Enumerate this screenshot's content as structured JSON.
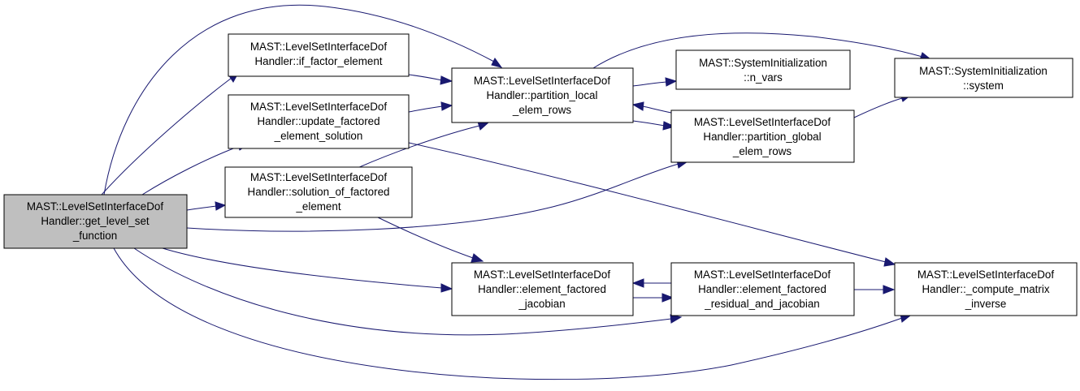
{
  "diagram": {
    "edge_color": "#191970",
    "focus_fill": "#bfbfbf",
    "node_fill": "#ffffff",
    "nodes": [
      {
        "id": "get_level_set_function",
        "lines": [
          "MAST::LevelSetInterfaceDof",
          "Handler::get_level_set",
          "_function"
        ],
        "focus": true
      },
      {
        "id": "if_factor_element",
        "lines": [
          "MAST::LevelSetInterfaceDof",
          "Handler::if_factor_element"
        ]
      },
      {
        "id": "update_factored_element_solution",
        "lines": [
          "MAST::LevelSetInterfaceDof",
          "Handler::update_factored",
          "_element_solution"
        ]
      },
      {
        "id": "solution_of_factored_element",
        "lines": [
          "MAST::LevelSetInterfaceDof",
          "Handler::solution_of_factored",
          "_element"
        ]
      },
      {
        "id": "partition_local_elem_rows",
        "lines": [
          "MAST::LevelSetInterfaceDof",
          "Handler::partition_local",
          "_elem_rows"
        ]
      },
      {
        "id": "element_factored_jacobian",
        "lines": [
          "MAST::LevelSetInterfaceDof",
          "Handler::element_factored",
          "_jacobian"
        ]
      },
      {
        "id": "n_vars",
        "lines": [
          "MAST::SystemInitialization",
          "::n_vars"
        ]
      },
      {
        "id": "partition_global_elem_rows",
        "lines": [
          "MAST::LevelSetInterfaceDof",
          "Handler::partition_global",
          "_elem_rows"
        ]
      },
      {
        "id": "element_factored_residual_and_jacobian",
        "lines": [
          "MAST::LevelSetInterfaceDof",
          "Handler::element_factored",
          "_residual_and_jacobian"
        ]
      },
      {
        "id": "system",
        "lines": [
          "MAST::SystemInitialization",
          "::system"
        ]
      },
      {
        "id": "compute_matrix_inverse",
        "lines": [
          "MAST::LevelSetInterfaceDof",
          "Handler::_compute_matrix",
          "_inverse"
        ]
      }
    ]
  }
}
